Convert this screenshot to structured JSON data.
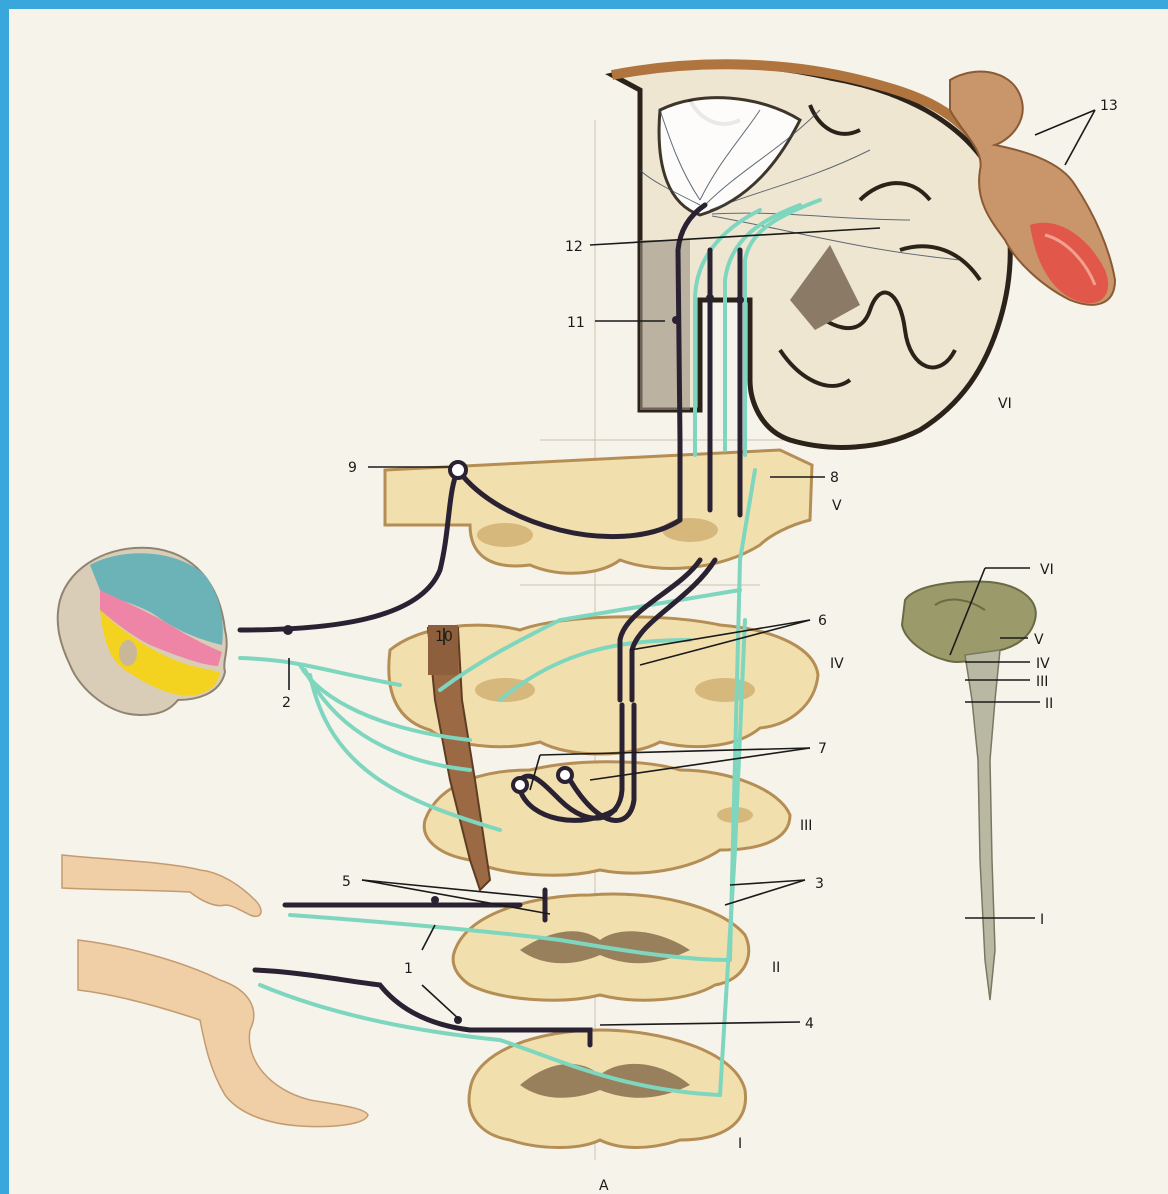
{
  "colors": {
    "frame_blue": "#3aa7dc",
    "paper": "#f6f3ea",
    "tissue": "#f2dfae",
    "tissue_shade": "#b58e55",
    "grey_matter": "#7a6040",
    "afferent_green": "#7fd6bf",
    "efferent_dark": "#2a2233",
    "skin": "#f0cfa6",
    "face_blue": "#6bb3b7",
    "face_pink": "#ee85a6",
    "face_yellow": "#f4d320",
    "tongue": "#e1584a",
    "brain": "#efe6d2"
  },
  "numbers": {
    "n1": "1",
    "n2": "2",
    "n3": "3",
    "n4": "4",
    "n5": "5",
    "n6": "6",
    "n7": "7",
    "n8": "8",
    "n9": "9",
    "n10": "10",
    "n11": "11",
    "n12": "12",
    "n13": "13"
  },
  "levels": {
    "I": "I",
    "II": "II",
    "III": "III",
    "IV": "IV",
    "V": "V",
    "VI": "VI"
  },
  "schema_levels": {
    "VI": "VI",
    "V": "V",
    "IV": "IV",
    "III": "III",
    "II": "II",
    "I": "I"
  },
  "caption": "A"
}
